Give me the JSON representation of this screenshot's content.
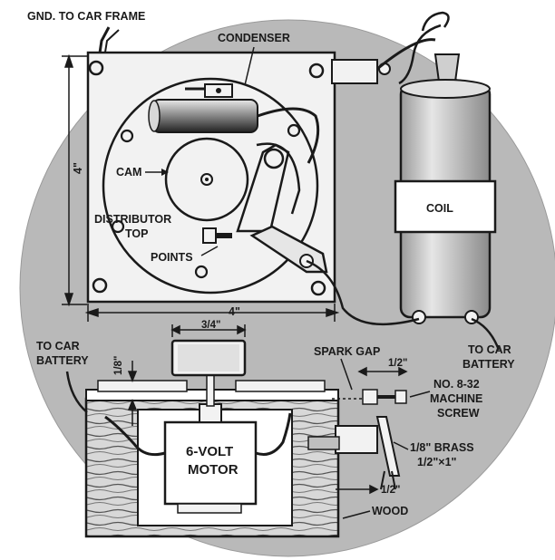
{
  "labels": {
    "ground": "GND. TO CAR FRAME",
    "condenser": "CONDENSER",
    "cam": "CAM",
    "distributor_line1": "DISTRIBUTOR",
    "distributor_line2": "TOP",
    "points": "POINTS",
    "coil": "COIL",
    "height_dim": "4\"",
    "width_dim": "4\"",
    "shaft_dim": "3/4\"",
    "battery_left_line1": "TO CAR",
    "battery_left_line2": "BATTERY",
    "battery_right_line1": "TO CAR",
    "battery_right_line2": "BATTERY",
    "eighth_dim": "1/8\"",
    "spark_gap": "SPARK GAP",
    "half_top": "1/2\"",
    "screw_line1": "NO. 8-32",
    "screw_line2": "MACHINE",
    "screw_line3": "SCREW",
    "motor_line1": "6-VOLT",
    "motor_line2": "MOTOR",
    "brass_line1": "1/8\" BRASS",
    "brass_line2": "1/2\"×1\"",
    "half_bottom": "1/2\"",
    "wood": "WOOD"
  },
  "colors": {
    "background_disc": "#b9b9b9",
    "metal_light": "#f2f2f2",
    "line": "#1a1a1a",
    "wood": "#dcdcdc"
  }
}
